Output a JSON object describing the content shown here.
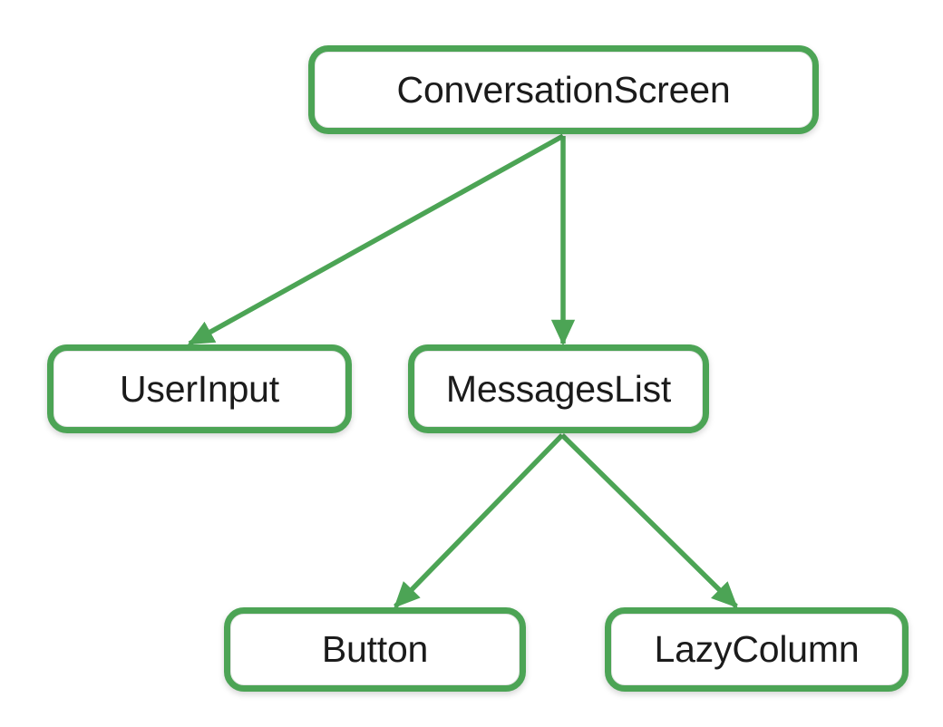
{
  "diagram": {
    "type": "tree",
    "background_color": "#ffffff",
    "accent_color": "#4CA455",
    "label_color": "#1b1b1b",
    "nodes": [
      {
        "id": "conversationscreen",
        "label": "ConversationScreen",
        "level": 0
      },
      {
        "id": "userinput",
        "label": "UserInput",
        "level": 1
      },
      {
        "id": "messageslist",
        "label": "MessagesList",
        "level": 1
      },
      {
        "id": "button",
        "label": "Button",
        "level": 2
      },
      {
        "id": "lazycolumn",
        "label": "LazyColumn",
        "level": 2
      }
    ],
    "edges": [
      {
        "from": "ConversationScreen",
        "to": "UserInput",
        "style": "arrow"
      },
      {
        "from": "ConversationScreen",
        "to": "MessagesList",
        "style": "arrow"
      },
      {
        "from": "MessagesList",
        "to": "Button",
        "style": "arrow"
      },
      {
        "from": "MessagesList",
        "to": "LazyColumn",
        "style": "arrow"
      }
    ]
  }
}
